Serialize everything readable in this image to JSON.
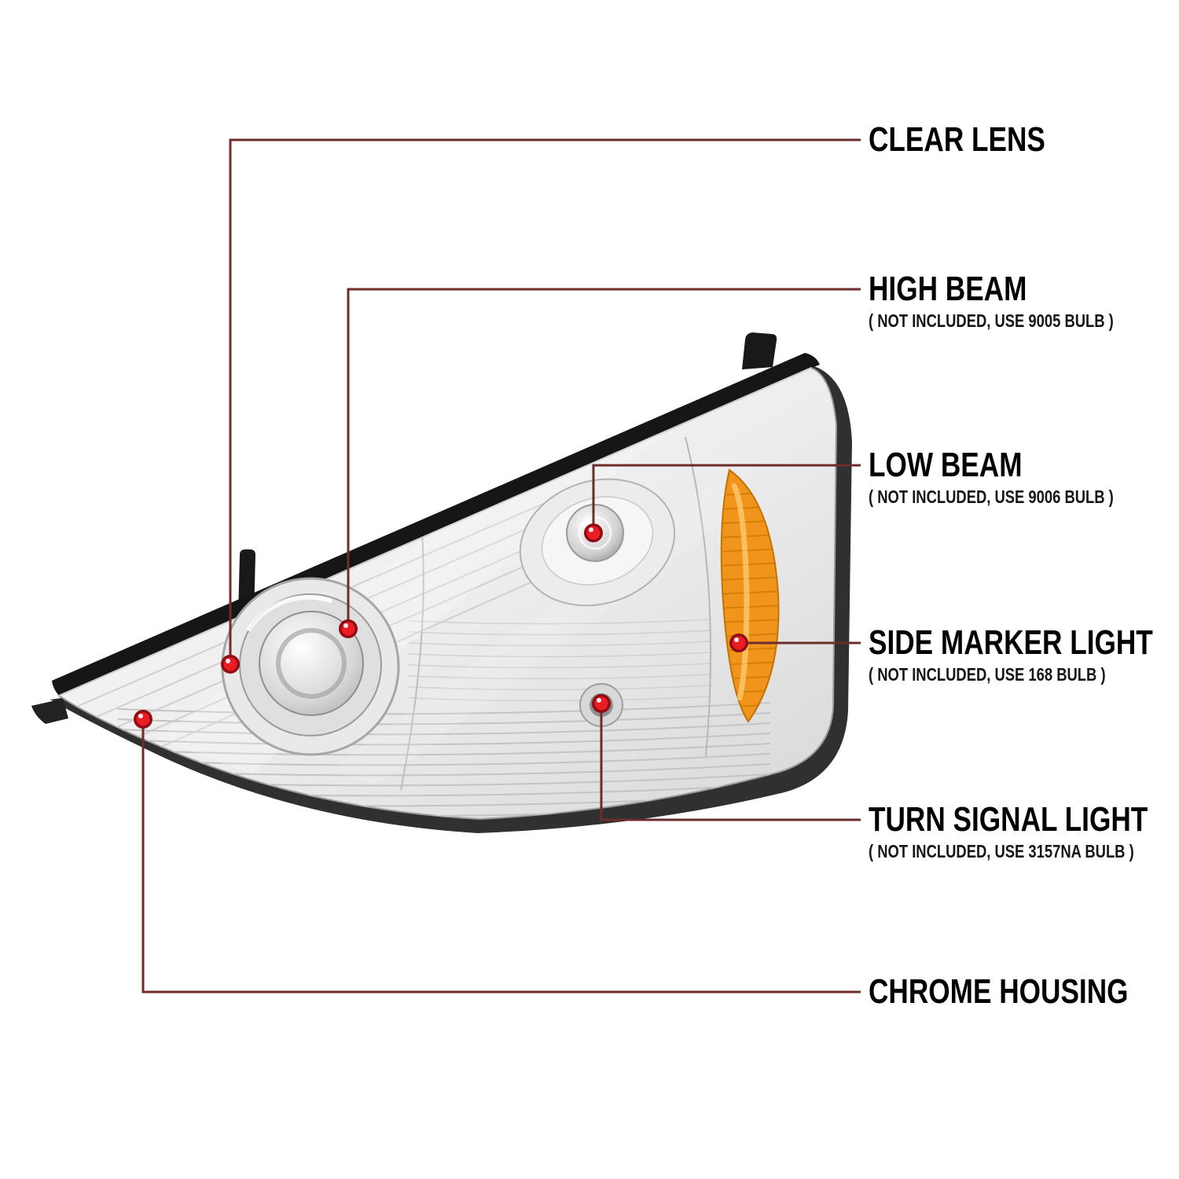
{
  "page": {
    "background": "#ffffff"
  },
  "diagram": {
    "colors": {
      "marker_red": "#ec1c24",
      "marker_ring": "#8e0e13",
      "callout_line": "#6e2c2c",
      "amber": "#f0941c",
      "amber_rib": "#c97a00"
    },
    "labels": [
      {
        "id": "clear-lens",
        "title": "CLEAR LENS",
        "subtitle": ""
      },
      {
        "id": "high-beam",
        "title": "HIGH BEAM",
        "subtitle": "( NOT INCLUDED, USE 9005 BULB )"
      },
      {
        "id": "low-beam",
        "title": "LOW BEAM",
        "subtitle": "( NOT INCLUDED, USE 9006 BULB )"
      },
      {
        "id": "side-marker-light",
        "title": "SIDE MARKER LIGHT",
        "subtitle": "( NOT INCLUDED, USE 168 BULB )"
      },
      {
        "id": "turn-signal-light",
        "title": "TURN SIGNAL LIGHT",
        "subtitle": "( NOT INCLUDED, USE 3157NA BULB )"
      },
      {
        "id": "chrome-housing",
        "title": "CHROME HOUSING",
        "subtitle": ""
      }
    ]
  }
}
